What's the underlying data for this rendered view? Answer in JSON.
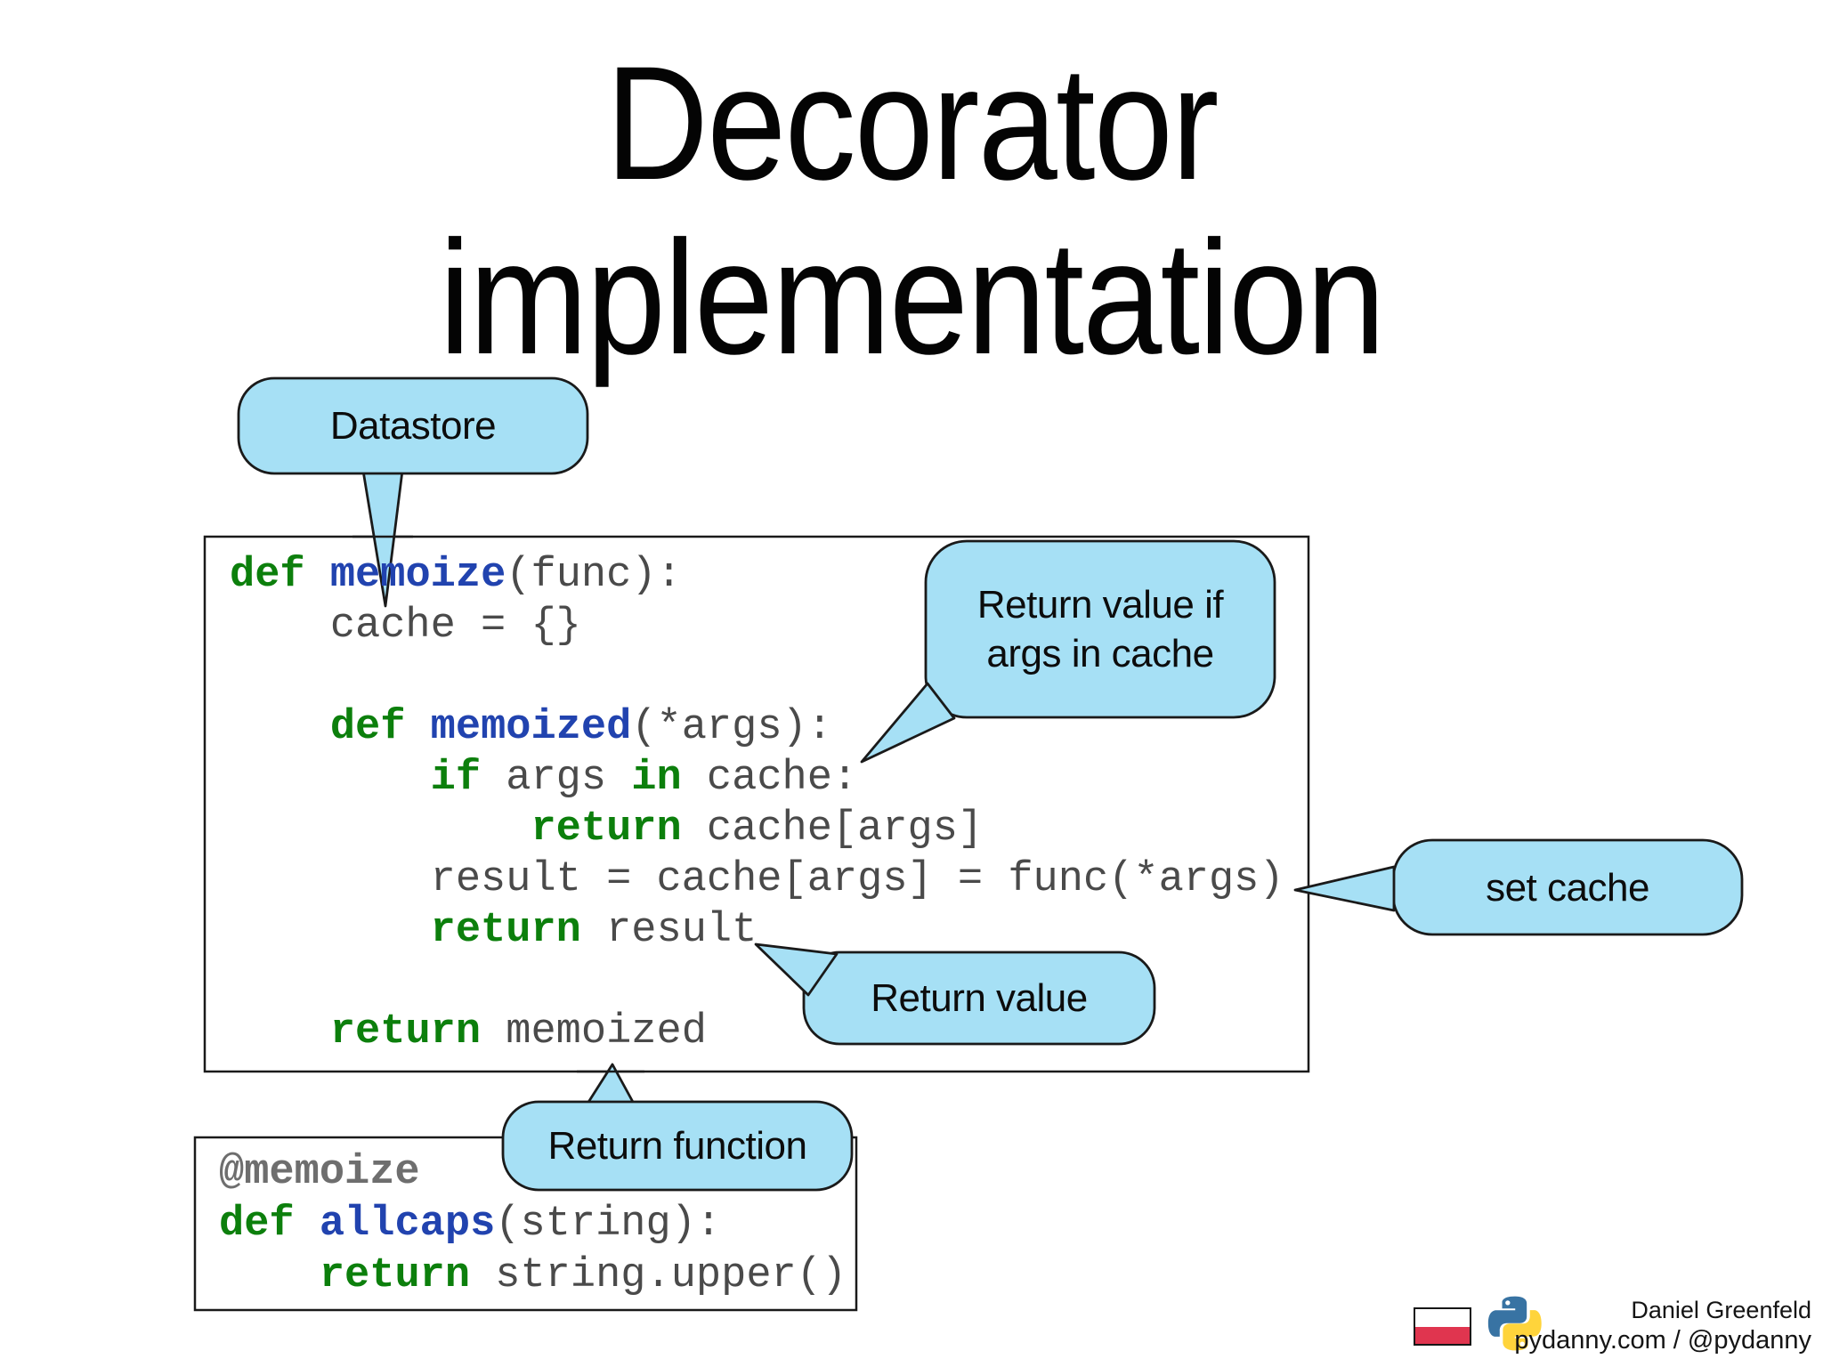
{
  "title": {
    "line1": "Decorator",
    "line2": "implementation"
  },
  "callouts": {
    "datastore": {
      "text": "Datastore"
    },
    "return_value_if": {
      "line1": "Return value if",
      "line2": "args in cache"
    },
    "set_cache": {
      "text": "set cache"
    },
    "return_value": {
      "text": "Return value"
    },
    "return_function": {
      "text": "Return function"
    }
  },
  "code_main": {
    "lines": [
      [
        {
          "t": "def",
          "c": "kw"
        },
        {
          "t": " ",
          "c": "pl"
        },
        {
          "t": "memoize",
          "c": "fn"
        },
        {
          "t": "(func):",
          "c": "pl"
        }
      ],
      [
        {
          "t": "    cache = {}",
          "c": "pl"
        }
      ],
      [
        {
          "t": "",
          "c": "pl"
        }
      ],
      [
        {
          "t": "    ",
          "c": "pl"
        },
        {
          "t": "def",
          "c": "kw"
        },
        {
          "t": " ",
          "c": "pl"
        },
        {
          "t": "memoized",
          "c": "fn"
        },
        {
          "t": "(*args):",
          "c": "pl"
        }
      ],
      [
        {
          "t": "        ",
          "c": "pl"
        },
        {
          "t": "if",
          "c": "kw"
        },
        {
          "t": " args ",
          "c": "pl"
        },
        {
          "t": "in",
          "c": "kw"
        },
        {
          "t": " cache:",
          "c": "pl"
        }
      ],
      [
        {
          "t": "            ",
          "c": "pl"
        },
        {
          "t": "return",
          "c": "kw"
        },
        {
          "t": " cache[args]",
          "c": "pl"
        }
      ],
      [
        {
          "t": "        result = cache[args] = func(*args)",
          "c": "pl"
        }
      ],
      [
        {
          "t": "        ",
          "c": "pl"
        },
        {
          "t": "return",
          "c": "kw"
        },
        {
          "t": " result",
          "c": "pl"
        }
      ],
      [
        {
          "t": "",
          "c": "pl"
        }
      ],
      [
        {
          "t": "    ",
          "c": "pl"
        },
        {
          "t": "return",
          "c": "kw"
        },
        {
          "t": " memoized",
          "c": "pl"
        }
      ]
    ]
  },
  "code_example": {
    "lines": [
      [
        {
          "t": "@memoize",
          "c": "dec"
        }
      ],
      [
        {
          "t": "def",
          "c": "kw"
        },
        {
          "t": " ",
          "c": "pl"
        },
        {
          "t": "allcaps",
          "c": "fn"
        },
        {
          "t": "(string):",
          "c": "pl"
        }
      ],
      [
        {
          "t": "    ",
          "c": "pl"
        },
        {
          "t": "return",
          "c": "kw"
        },
        {
          "t": " string.upper()",
          "c": "pl"
        }
      ]
    ]
  },
  "footer": {
    "author": "Daniel Greenfeld",
    "handle": "pydanny.com / @pydanny"
  },
  "icons": {
    "flag": "poland-flag-icon",
    "python": "python-logo-icon"
  },
  "colors": {
    "bubble_fill": "#A6E0F5",
    "bubble_stroke": "#1a1a1a",
    "keyword_green": "#0c7f0c",
    "function_blue": "#2143af",
    "code_gray": "#4a4a4a",
    "decorator_gray": "#6e6e6e",
    "flag_red": "#E0354F",
    "python_blue": "#3873A3",
    "python_yellow": "#FFD43B"
  }
}
